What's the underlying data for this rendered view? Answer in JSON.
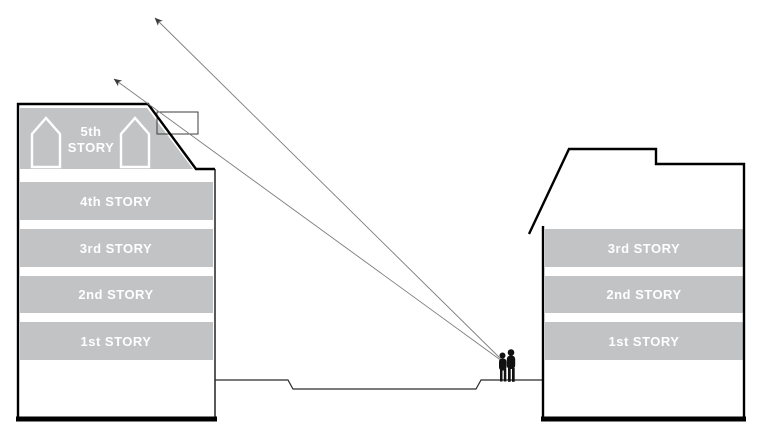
{
  "colors": {
    "story_fill": "#c2c3c5",
    "story_label": "#ffffff",
    "building_outline": "#000000",
    "sight_line": "#7d7d7d",
    "figure_fill": "#111111"
  },
  "left_building": {
    "story5_label_line1": "5th",
    "story5_label_line2": "STORY",
    "story4_label": "4th STORY",
    "story3_label": "3rd STORY",
    "story2_label": "2nd STORY",
    "story1_label": "1st STORY"
  },
  "right_building": {
    "story3_label": "3rd STORY",
    "story2_label": "2nd STORY",
    "story1_label": "1st STORY"
  }
}
